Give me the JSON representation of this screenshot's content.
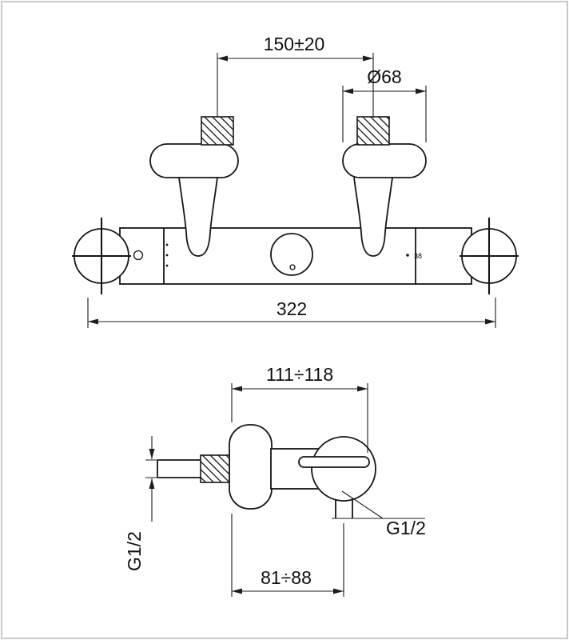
{
  "front_view": {
    "dim_pipe_spacing": "150±20",
    "dim_escutcheon_diameter": "Ø68",
    "dim_overall_width": "322",
    "temp_marking": "38"
  },
  "side_view": {
    "dim_depth_range": "111÷118",
    "dim_inlet_thread": "G1/2",
    "dim_outlet_thread": "G1/2",
    "dim_outlet_depth": "81÷88"
  },
  "colors": {
    "line": "#15151a",
    "dimension": "#1c1c22",
    "frame_border": "#c9c9c9",
    "background": "#ffffff"
  }
}
